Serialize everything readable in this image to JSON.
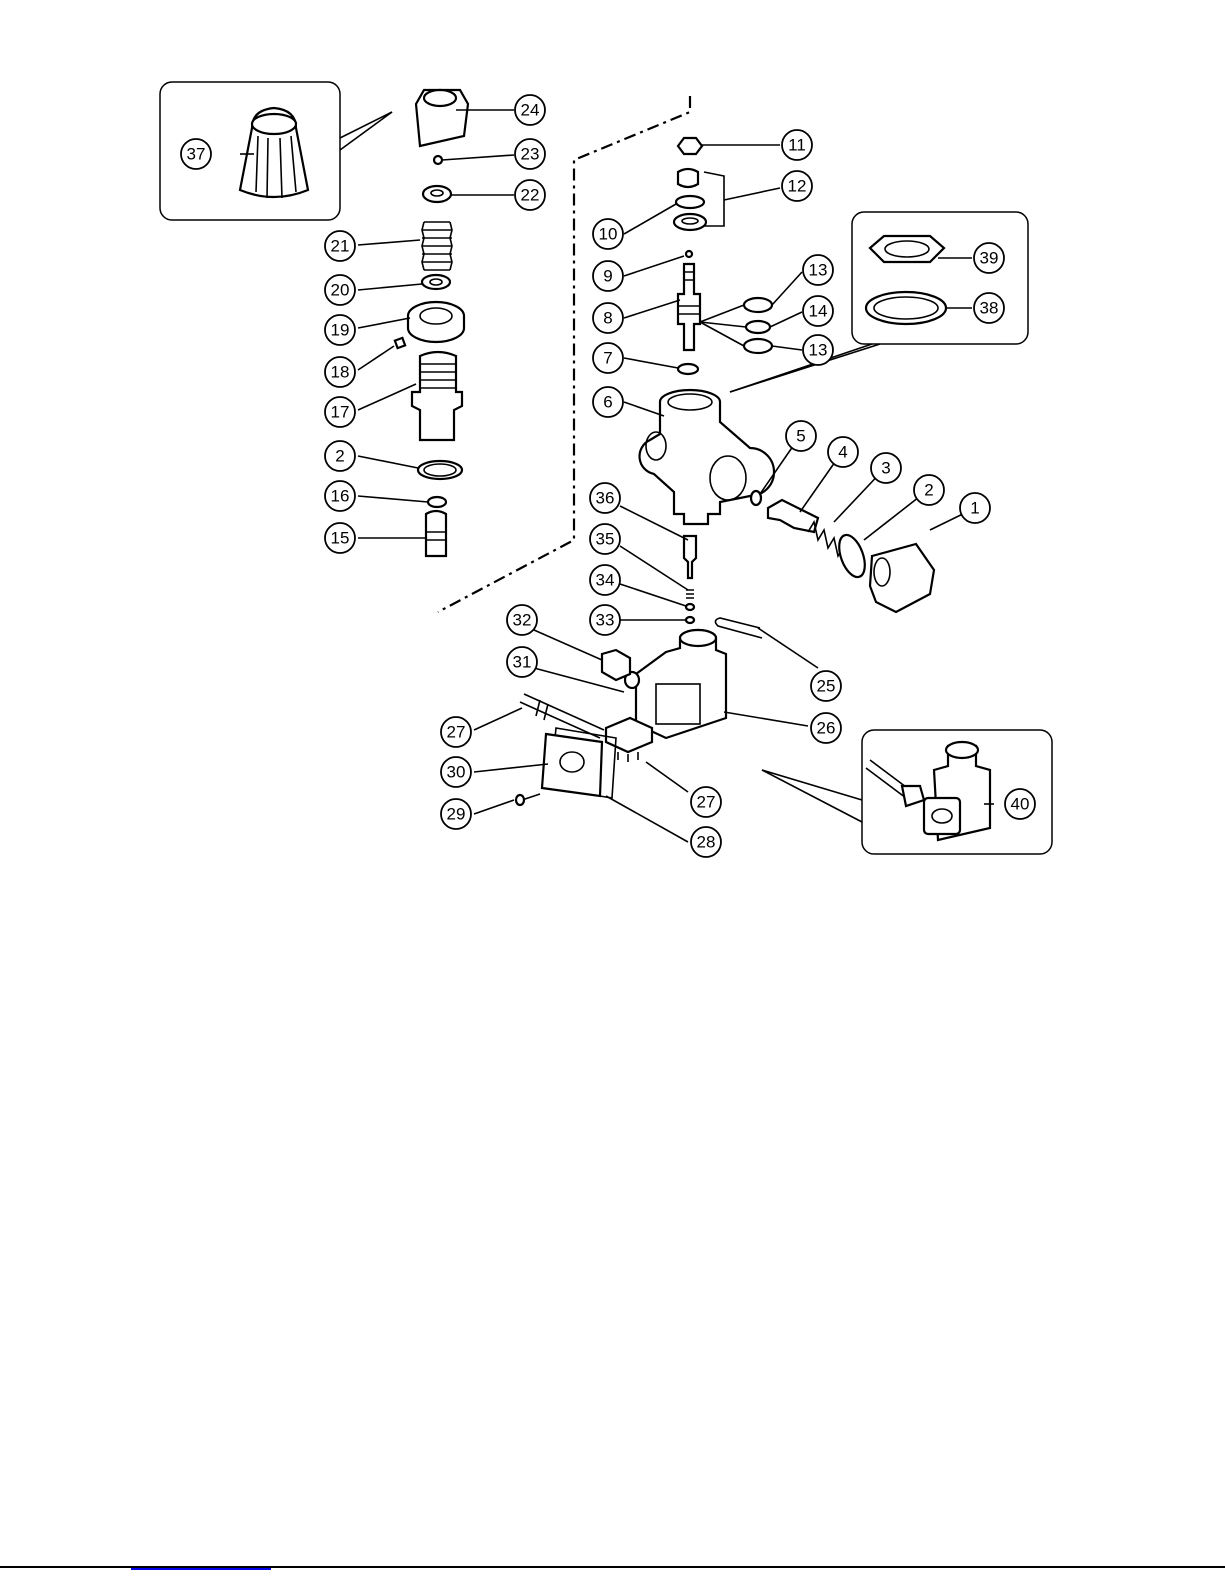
{
  "diagram": {
    "callouts": [
      {
        "id": "c1",
        "label": "1"
      },
      {
        "id": "c2a",
        "label": "2"
      },
      {
        "id": "c3",
        "label": "3"
      },
      {
        "id": "c4",
        "label": "4"
      },
      {
        "id": "c5",
        "label": "5"
      },
      {
        "id": "c6",
        "label": "6"
      },
      {
        "id": "c7",
        "label": "7"
      },
      {
        "id": "c8",
        "label": "8"
      },
      {
        "id": "c9",
        "label": "9"
      },
      {
        "id": "c10",
        "label": "10"
      },
      {
        "id": "c11",
        "label": "11"
      },
      {
        "id": "c12",
        "label": "12"
      },
      {
        "id": "c13a",
        "label": "13"
      },
      {
        "id": "c14",
        "label": "14"
      },
      {
        "id": "c13b",
        "label": "13"
      },
      {
        "id": "c15",
        "label": "15"
      },
      {
        "id": "c16",
        "label": "16"
      },
      {
        "id": "c2b",
        "label": "2"
      },
      {
        "id": "c17",
        "label": "17"
      },
      {
        "id": "c18",
        "label": "18"
      },
      {
        "id": "c19",
        "label": "19"
      },
      {
        "id": "c20",
        "label": "20"
      },
      {
        "id": "c21",
        "label": "21"
      },
      {
        "id": "c22",
        "label": "22"
      },
      {
        "id": "c23",
        "label": "23"
      },
      {
        "id": "c24",
        "label": "24"
      },
      {
        "id": "c25",
        "label": "25"
      },
      {
        "id": "c26",
        "label": "26"
      },
      {
        "id": "c27a",
        "label": "27"
      },
      {
        "id": "c27b",
        "label": "27"
      },
      {
        "id": "c28",
        "label": "28"
      },
      {
        "id": "c29",
        "label": "29"
      },
      {
        "id": "c30",
        "label": "30"
      },
      {
        "id": "c31",
        "label": "31"
      },
      {
        "id": "c32",
        "label": "32"
      },
      {
        "id": "c33",
        "label": "33"
      },
      {
        "id": "c34",
        "label": "34"
      },
      {
        "id": "c35",
        "label": "35"
      },
      {
        "id": "c36",
        "label": "36"
      },
      {
        "id": "c37",
        "label": "37"
      },
      {
        "id": "c38",
        "label": "38"
      },
      {
        "id": "c39",
        "label": "39"
      },
      {
        "id": "c40",
        "label": "40"
      }
    ]
  }
}
